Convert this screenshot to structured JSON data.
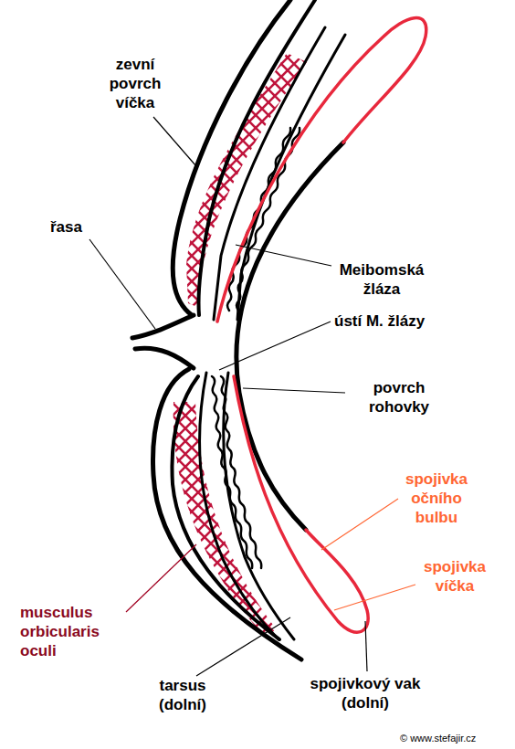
{
  "diagram": {
    "labels": [
      "zevní povrch víčka",
      "řasa",
      "Meibomská žláza",
      "ústí M. žlázy",
      "povrch rohovky",
      "spojivka očního bulbu",
      "spojivka víčka",
      "musculus orbicularis oculi",
      "tarsus (dolní)",
      "spojivkový vak (dolní)",
      "© www.stefajir.cz"
    ]
  }
}
